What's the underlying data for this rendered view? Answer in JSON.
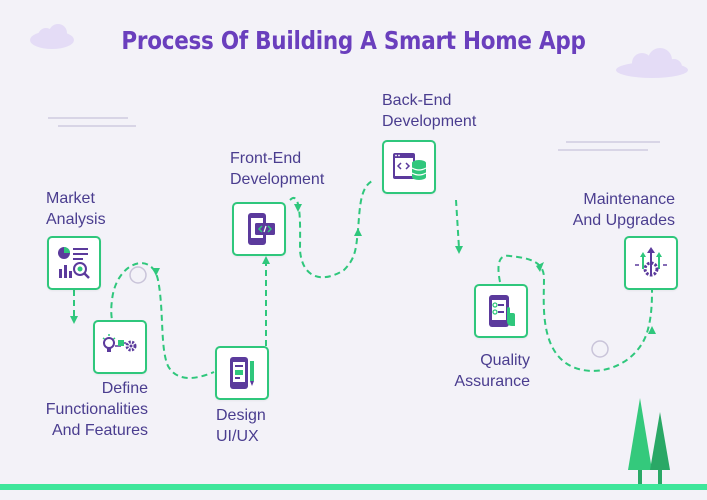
{
  "title": "Process Of Building A Smart Home App",
  "colors": {
    "background": "#f3f2f8",
    "title": "#6a3fbd",
    "label": "#4a3d8f",
    "accent_green": "#2fc77c",
    "icon_purple": "#5b3a9c",
    "cloud": "#e4dcf6",
    "tree": "#34c97c",
    "ground": "#3ee69b"
  },
  "steps": [
    {
      "id": "market-analysis",
      "lines": [
        "Market",
        "Analysis"
      ],
      "icon": "analytics-chart-icon"
    },
    {
      "id": "define-functionalities",
      "lines": [
        "Define",
        "Functionalities",
        "And Features"
      ],
      "icon": "idea-gear-icon"
    },
    {
      "id": "design-uiux",
      "lines": [
        "Design",
        "UI/UX"
      ],
      "icon": "mobile-design-icon"
    },
    {
      "id": "front-end-development",
      "lines": [
        "Front-End",
        "Development"
      ],
      "icon": "mobile-code-icon"
    },
    {
      "id": "back-end-development",
      "lines": [
        "Back-End",
        "Development"
      ],
      "icon": "server-database-icon"
    },
    {
      "id": "quality-assurance",
      "lines": [
        "Quality",
        "Assurance"
      ],
      "icon": "mobile-checklist-icon"
    },
    {
      "id": "maintenance-upgrades",
      "lines": [
        "Maintenance",
        "And Upgrades"
      ],
      "icon": "upgrade-arrows-icon"
    }
  ]
}
